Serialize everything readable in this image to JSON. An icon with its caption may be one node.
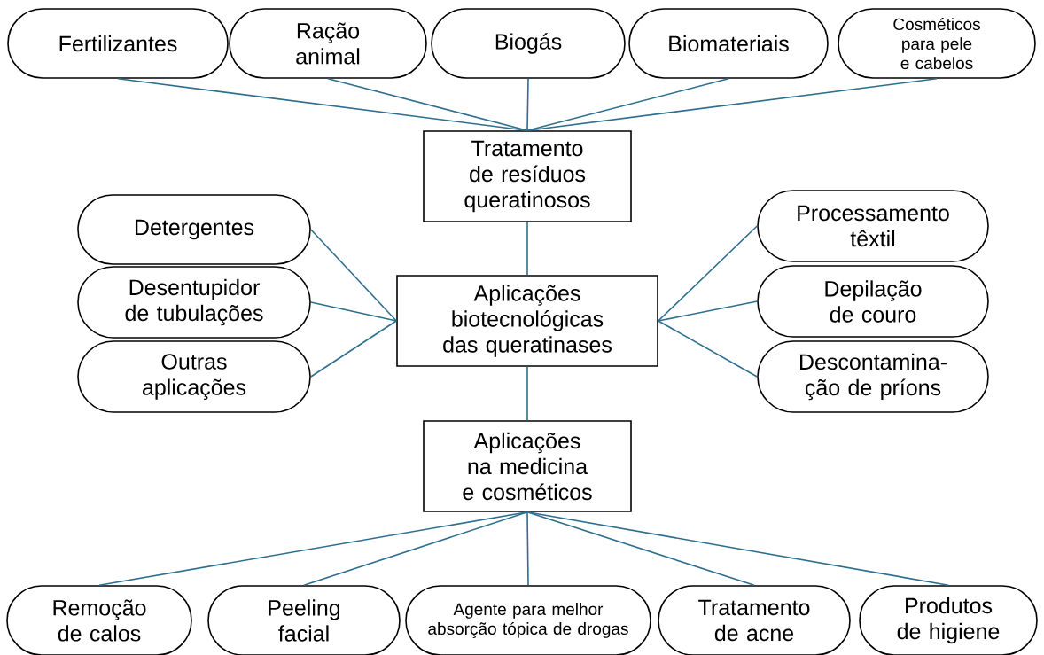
{
  "diagram": {
    "nodes": [
      {
        "text": [
          "Fertilizantes"
        ]
      },
      {
        "text": [
          "Ração animal"
        ]
      },
      {
        "text": [
          "Biogás"
        ]
      },
      {
        "text": [
          "Biomateriais"
        ]
      },
      {
        "text": [
          "Cosméticos para pele e cabelos"
        ]
      },
      {
        "text": [
          "Tratamento de resíduos queratinosos"
        ]
      },
      {
        "text": [
          "Detergentes"
        ]
      },
      {
        "text": [
          "Processamento têxtil"
        ]
      },
      {
        "text": [
          "Desentupidor de tubulações"
        ]
      },
      {
        "text": [
          "Aplicações biotecnológicas das queratinases"
        ]
      },
      {
        "text": [
          "Depilação de couro"
        ]
      },
      {
        "text": [
          "Outras aplicações"
        ]
      },
      {
        "text": [
          "Descontamina- ção de príons"
        ]
      },
      {
        "text": [
          "Aplicações na medicina e cosméticos"
        ]
      },
      {
        "text": [
          "Remoção de calos"
        ]
      },
      {
        "text": [
          "Peeling facial"
        ]
      },
      {
        "text": [
          "Agente para melhor absorção tópica de drogas"
        ]
      },
      {
        "text": [
          "Tratamento de acne"
        ]
      },
      {
        "text": [
          "Produtos de higiene"
        ]
      }
    ],
    "edges": [
      {
        "from": 0,
        "to": 5,
        "arrow": "none"
      },
      {
        "from": 1,
        "to": 5,
        "arrow": "none"
      },
      {
        "from": 2,
        "to": 5,
        "arrow": "none"
      },
      {
        "from": 3,
        "to": 5,
        "arrow": "none"
      },
      {
        "from": 4,
        "to": 5,
        "arrow": "none"
      },
      {
        "from": 5,
        "to": 9,
        "arrow": "none"
      },
      {
        "from": 6,
        "to": 9,
        "arrow": "none"
      },
      {
        "from": 8,
        "to": 9,
        "arrow": "none"
      },
      {
        "from": 11,
        "to": 9,
        "arrow": "none"
      },
      {
        "from": 7,
        "to": 9,
        "arrow": "none"
      },
      {
        "from": 10,
        "to": 9,
        "arrow": "none"
      },
      {
        "from": 12,
        "to": 9,
        "arrow": "none"
      },
      {
        "from": 9,
        "to": 13,
        "arrow": "none"
      },
      {
        "from": 14,
        "to": 13,
        "arrow": "none"
      },
      {
        "from": 15,
        "to": 13,
        "arrow": "none"
      },
      {
        "from": 16,
        "to": 13,
        "arrow": "none"
      },
      {
        "from": 17,
        "to": 13,
        "arrow": "none"
      },
      {
        "from": 18,
        "to": 13,
        "arrow": "none"
      }
    ]
  }
}
